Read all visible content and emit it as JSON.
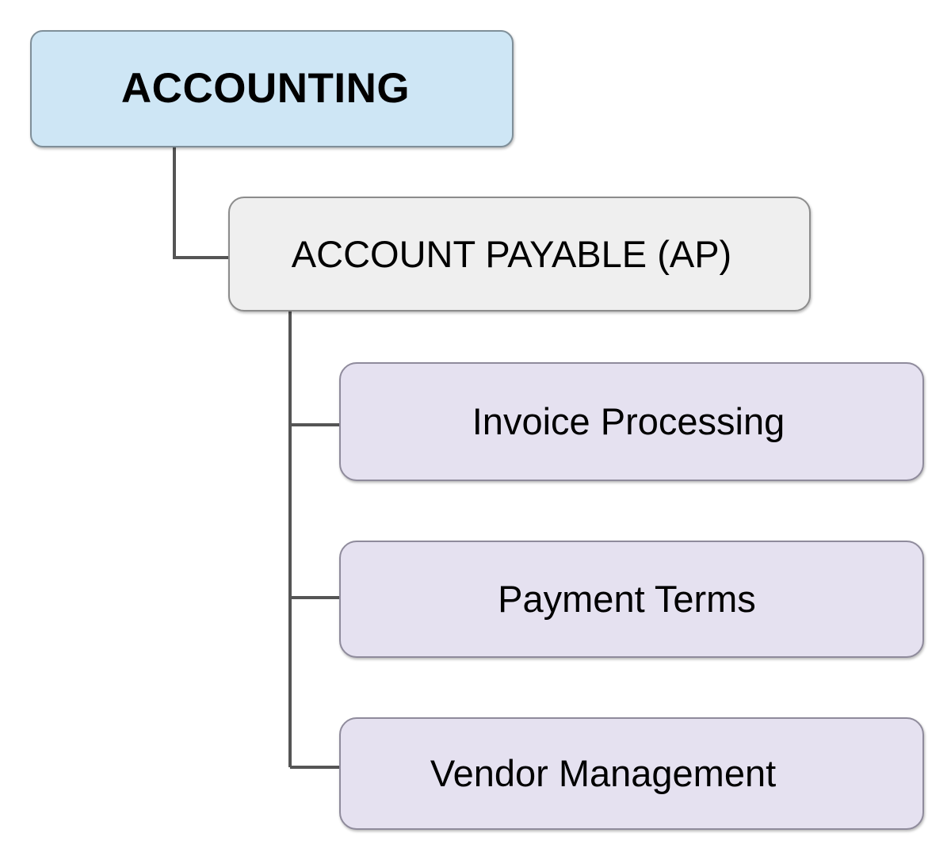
{
  "diagram": {
    "type": "org-chart",
    "orientation": "top-down-left-aligned",
    "background_color": "#ffffff",
    "connector_color": "#555555",
    "nodes": {
      "root": {
        "label": "ACCOUNTING",
        "fill_color": "#cee6f5",
        "border_color": "#7f8f99",
        "text_color": "#000000",
        "level": 0
      },
      "ap": {
        "label": "ACCOUNT PAYABLE (AP)",
        "fill_color": "#efefef",
        "border_color": "#8c8c8c",
        "text_color": "#000000",
        "level": 1
      },
      "leaves": [
        {
          "label": "Invoice Processing",
          "fill_color": "#e5e1f0",
          "border_color": "#8f8b9c",
          "text_color": "#000000",
          "level": 2
        },
        {
          "label": "Payment Terms",
          "fill_color": "#e5e1f0",
          "border_color": "#8f8b9c",
          "text_color": "#000000",
          "level": 2
        },
        {
          "label": "Vendor Management",
          "fill_color": "#e5e1f0",
          "border_color": "#8f8b9c",
          "text_color": "#000000",
          "level": 2
        }
      ]
    }
  }
}
